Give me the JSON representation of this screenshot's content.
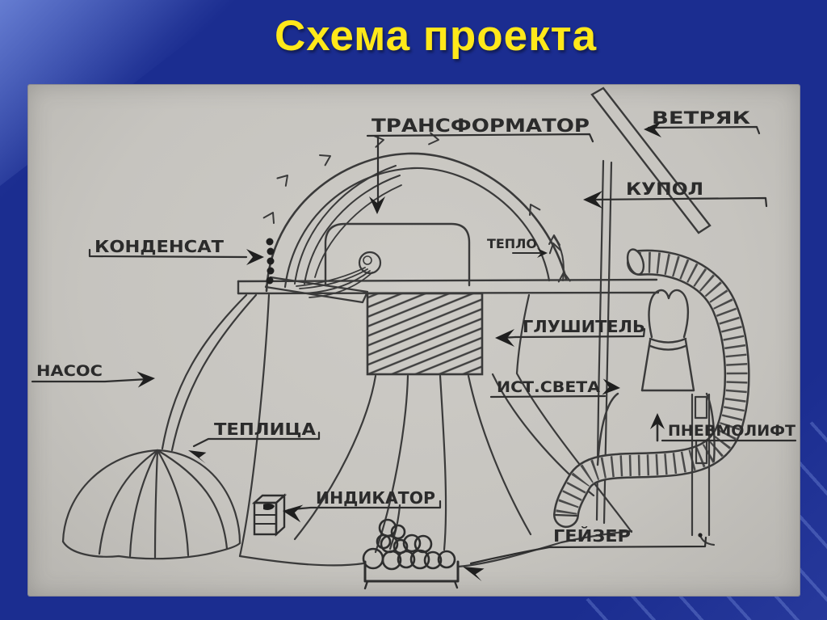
{
  "slide": {
    "title": "Схема проекта",
    "colors": {
      "background": "#1b2d90",
      "title_text": "#ffe81a",
      "paper": "#c8c6c1",
      "ink": "#3a3a3a"
    }
  },
  "diagram": {
    "labels": {
      "transformer": "ТРАНСФОРМАТОР",
      "wind_turbine": "ВЕТРЯК",
      "dome": "КУПОЛ",
      "condensate": "КОНДЕНСАТ",
      "heat": "ТЕПЛО",
      "muffler": "ГЛУШИТЕЛЬ",
      "light_source": "ИСТ.СВЕТА",
      "pump": "НАСОС",
      "pneumatic_lift": "ПНЕВМОЛИФТ",
      "greenhouse": "ТЕПЛИЦА",
      "indicator": "ИНДИКАТОР",
      "geyser": "ГЕЙЗЕР"
    }
  }
}
